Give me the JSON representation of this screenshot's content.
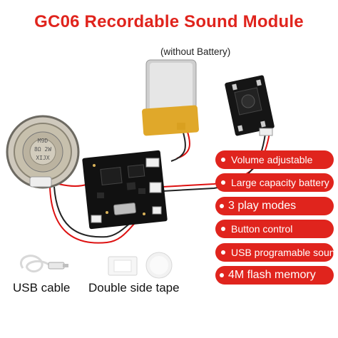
{
  "title": "GC06 Recordable Sound Module",
  "battery_note": "(without Battery)",
  "features": [
    "Volume adjustable",
    "Large capacity battery",
    "3 play modes",
    "Button control",
    "USB programable sound",
    "4M flash memory"
  ],
  "captions": {
    "usb_cable": "USB cable",
    "double_side_tape": "Double side tape"
  },
  "speaker_markings": [
    "M9D",
    "8Ω 2W",
    "XIJX"
  ],
  "colors": {
    "accent": "#e0241d",
    "board": "#111111",
    "battery_gold": "#e0a82a",
    "battery_silver": "#cfcfcf"
  }
}
